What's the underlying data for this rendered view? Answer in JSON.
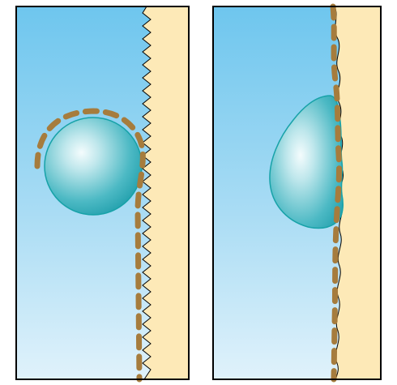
{
  "figure": {
    "panels": [
      {
        "id": "left",
        "droplet_shape": "spherical",
        "surface_profile": "rough-jagged",
        "contact_line": "dashed"
      },
      {
        "id": "right",
        "droplet_shape": "deformed-spreading",
        "surface_profile": "wavy",
        "contact_line": "dashed"
      }
    ],
    "colors": {
      "background_top": "#6ec6ee",
      "background_bottom": "#e0f2fb",
      "substrate": "#fde9b7",
      "droplet_light": "#eaf8fa",
      "droplet_dark": "#22a6b3",
      "droplet_outline": "#17a2a8",
      "dashed_line": "#a67c3d",
      "frame": "#000000"
    }
  }
}
